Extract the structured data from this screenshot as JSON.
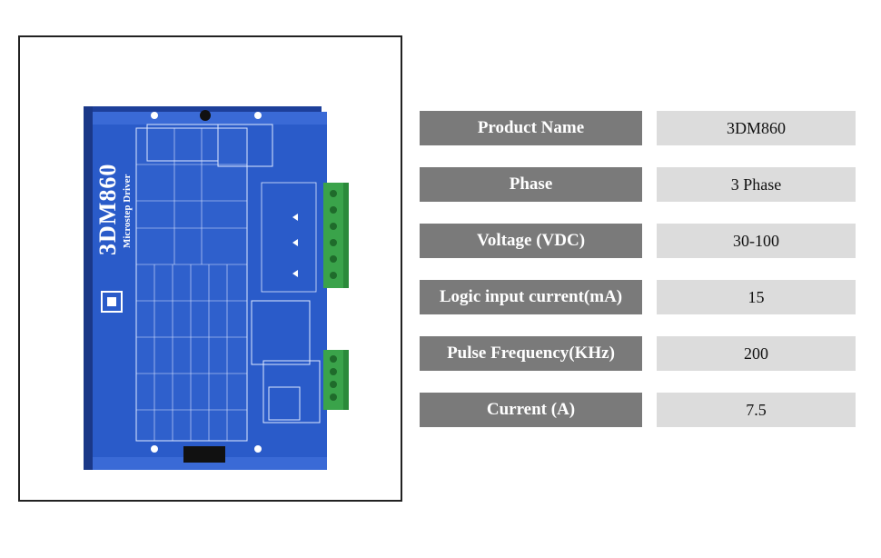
{
  "product_photo": {
    "model": "3DM860",
    "subtitle": "Microstep Driver"
  },
  "specs": [
    {
      "label": "Product Name",
      "value": "3DM860"
    },
    {
      "label": "Phase",
      "value": "3 Phase"
    },
    {
      "label": "Voltage (VDC)",
      "value": "30-100"
    },
    {
      "label": "Logic input current(mA)",
      "value": "15"
    },
    {
      "label": "Pulse Frequency(KHz)",
      "value": "200"
    },
    {
      "label": "Current (A)",
      "value": "7.5"
    }
  ],
  "colors": {
    "label_bg": "#7a7a7a",
    "value_bg": "#dcdcdc",
    "driver_blue": "#2a5bc9",
    "terminal_green": "#3aa34a"
  }
}
